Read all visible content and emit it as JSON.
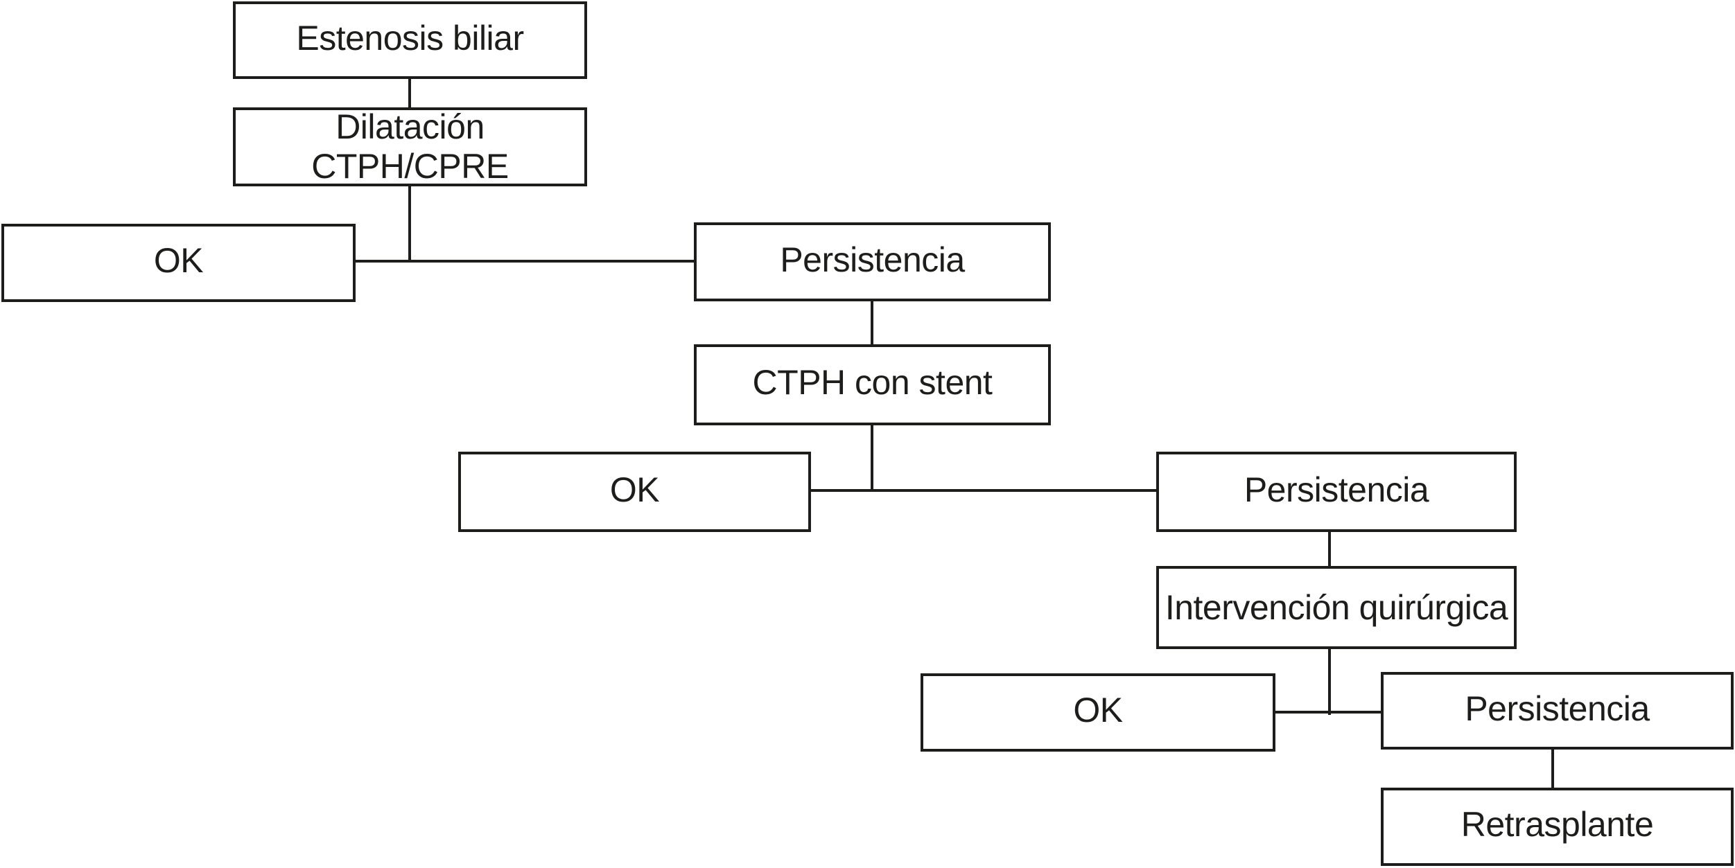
{
  "diagram": {
    "type": "flowchart",
    "language": "es",
    "colors": {
      "line": "#1d1d1b",
      "box_background": "#ffffff",
      "page_background": "#ffffff",
      "text": "#1d1d1b"
    },
    "nodes": [
      {
        "id": "estenosis",
        "label": "Estenosis biliar"
      },
      {
        "id": "dilatacion",
        "label": "Dilatación\nCTPH/CPRE"
      },
      {
        "id": "ok1",
        "label": "OK"
      },
      {
        "id": "persistencia1",
        "label": "Persistencia"
      },
      {
        "id": "ctph_stent",
        "label": "CTPH con stent"
      },
      {
        "id": "ok2",
        "label": "OK"
      },
      {
        "id": "persistencia2",
        "label": "Persistencia"
      },
      {
        "id": "intervencion",
        "label": "Intervención quirúrgica"
      },
      {
        "id": "ok3",
        "label": "OK"
      },
      {
        "id": "persistencia3",
        "label": "Persistencia"
      },
      {
        "id": "retrasplante",
        "label": "Retrasplante"
      }
    ],
    "edges": [
      {
        "from": "estenosis",
        "to": "dilatacion"
      },
      {
        "from": "dilatacion",
        "to": "ok1"
      },
      {
        "from": "dilatacion",
        "to": "persistencia1"
      },
      {
        "from": "persistencia1",
        "to": "ctph_stent"
      },
      {
        "from": "ctph_stent",
        "to": "ok2"
      },
      {
        "from": "ctph_stent",
        "to": "persistencia2"
      },
      {
        "from": "persistencia2",
        "to": "intervencion"
      },
      {
        "from": "intervencion",
        "to": "ok3"
      },
      {
        "from": "intervencion",
        "to": "persistencia3"
      },
      {
        "from": "persistencia3",
        "to": "retrasplante"
      }
    ]
  }
}
